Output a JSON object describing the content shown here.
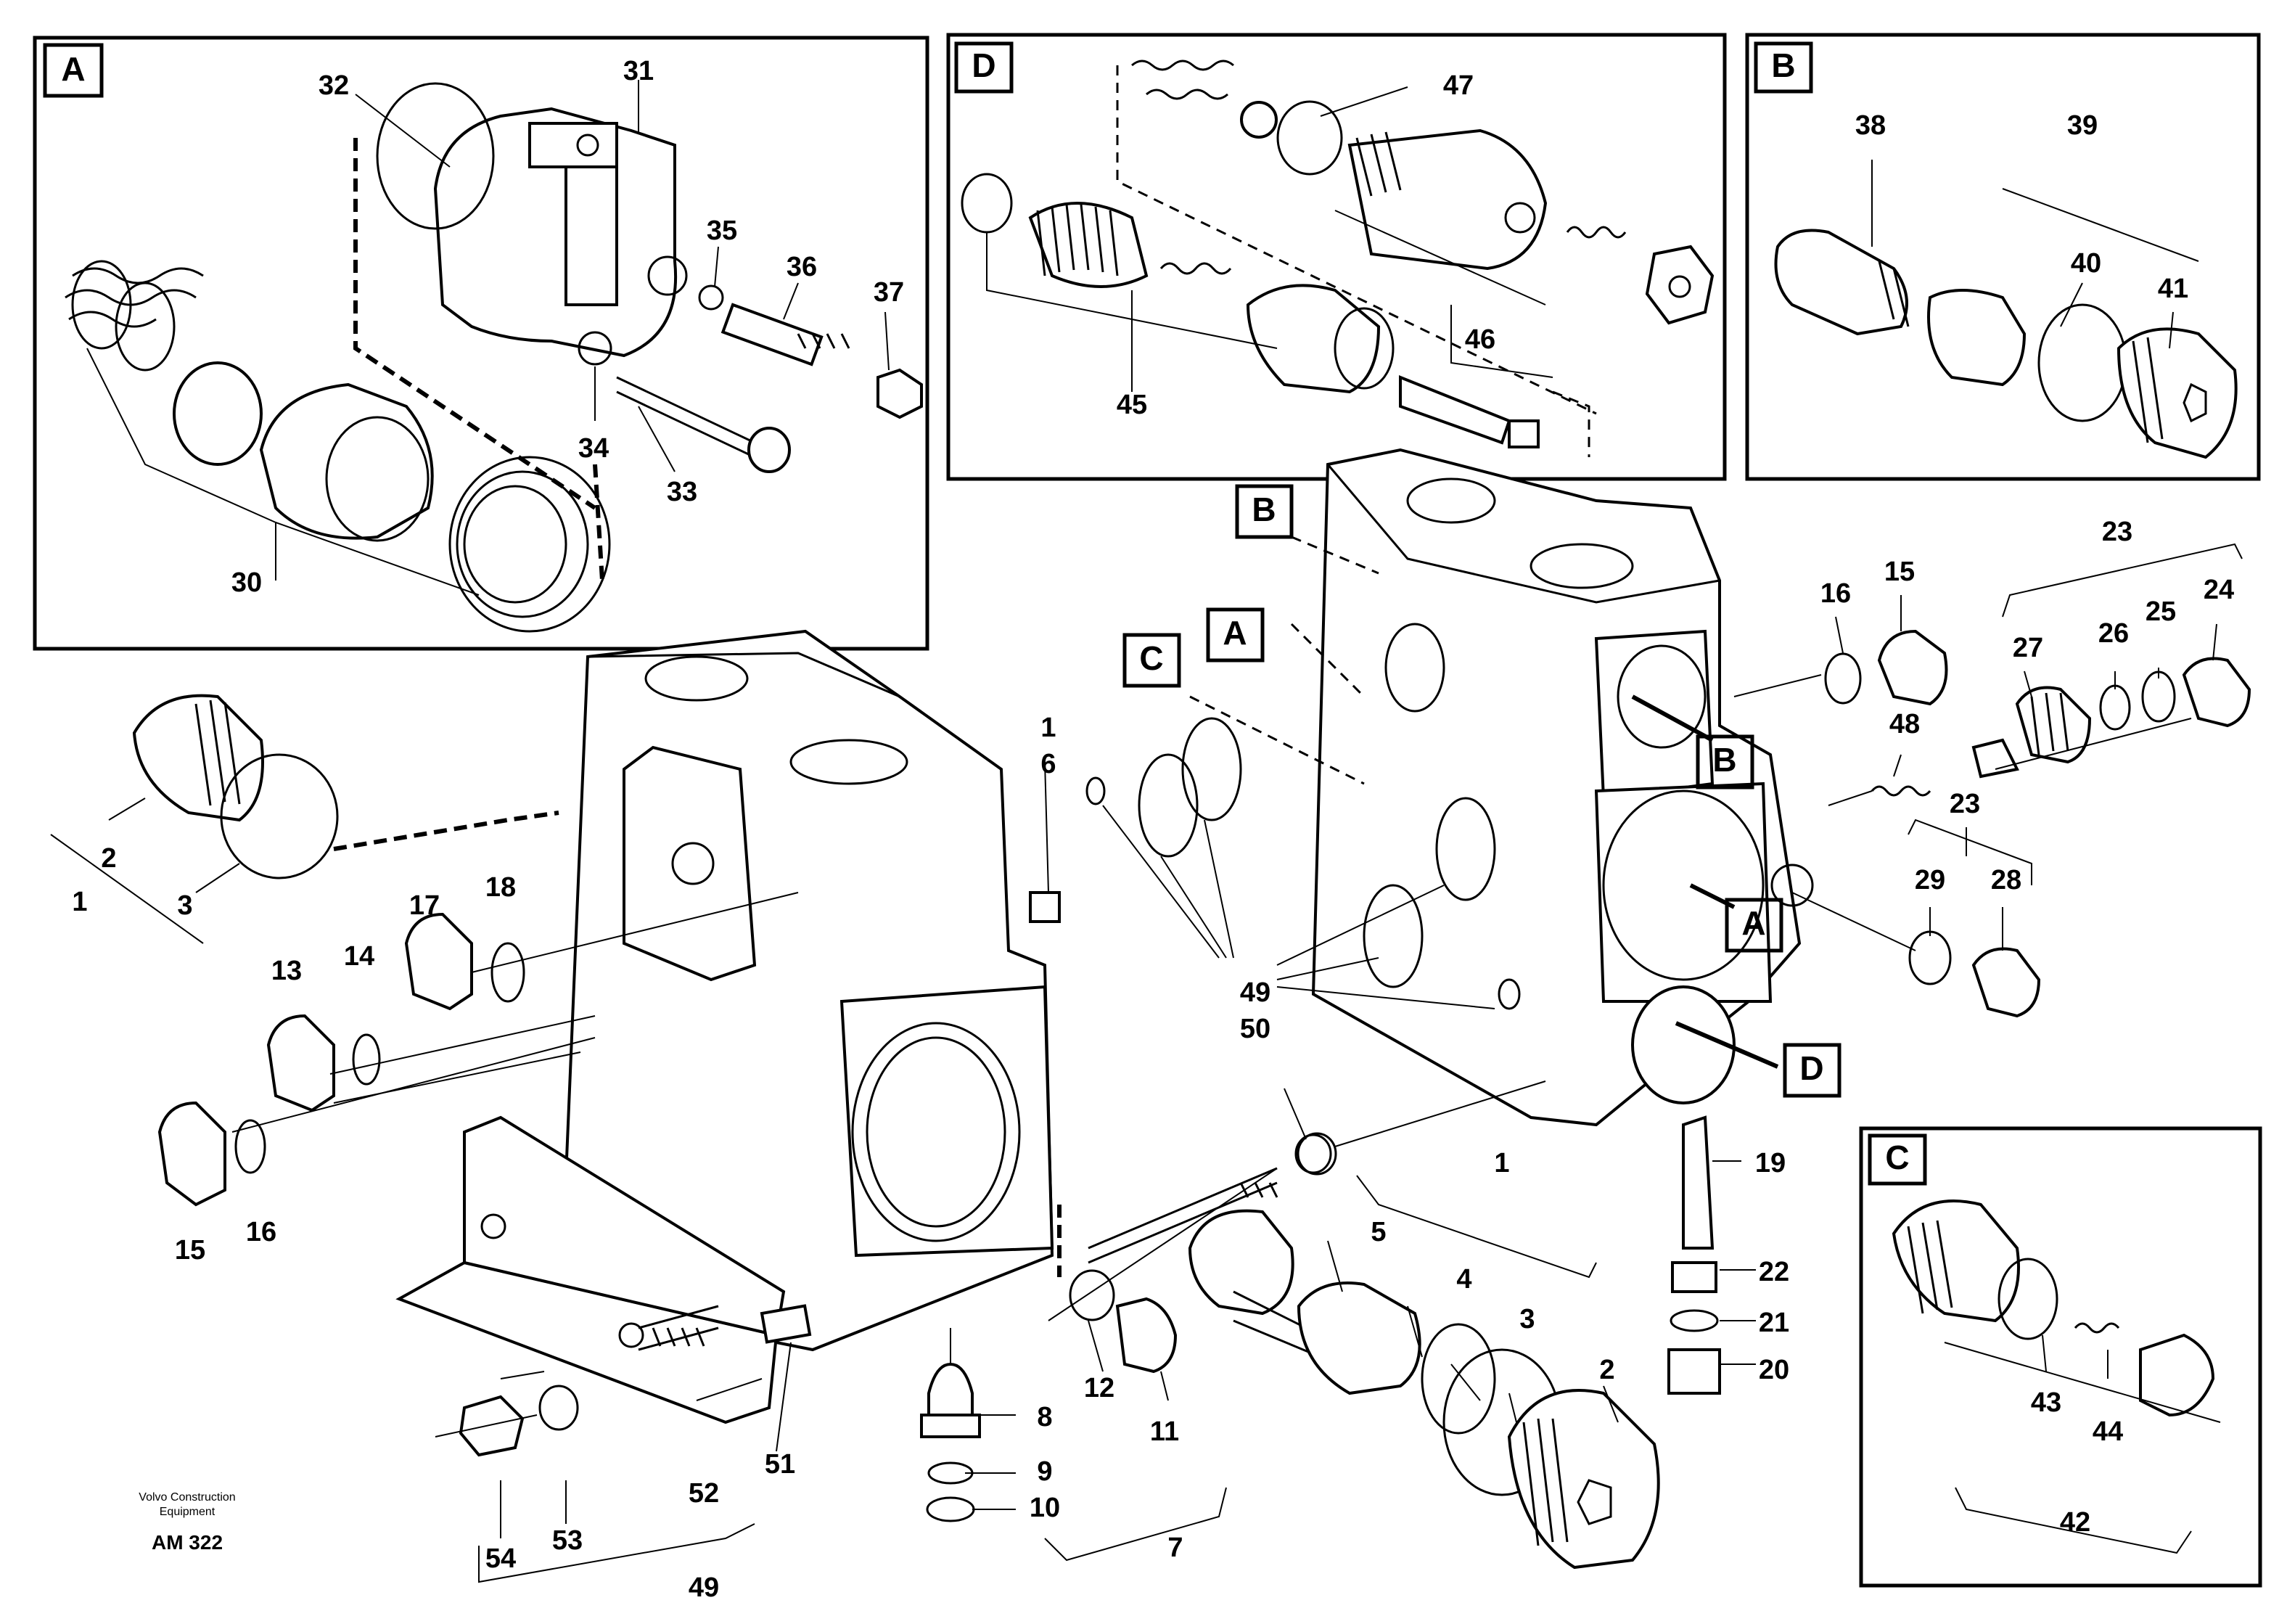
{
  "diagram": {
    "detail_boxes": [
      {
        "id": "box-a",
        "letter": "A"
      },
      {
        "id": "box-d",
        "letter": "D"
      },
      {
        "id": "box-b",
        "letter": "B"
      },
      {
        "id": "box-c",
        "letter": "C"
      }
    ],
    "callout_tags": [
      {
        "id": "tag-b-top",
        "letter": "B"
      },
      {
        "id": "tag-a-top",
        "letter": "A"
      },
      {
        "id": "tag-c-top",
        "letter": "C"
      },
      {
        "id": "tag-b-port",
        "letter": "B"
      },
      {
        "id": "tag-a-port",
        "letter": "A"
      },
      {
        "id": "tag-d-port",
        "letter": "D"
      }
    ],
    "part_labels": {
      "box_a": [
        "32",
        "31",
        "35",
        "36",
        "37",
        "34",
        "33",
        "30"
      ],
      "box_d": [
        "47",
        "46",
        "45"
      ],
      "box_b": [
        "38",
        "39",
        "40",
        "41"
      ],
      "box_c": [
        "43",
        "44",
        "42"
      ],
      "main_left": [
        "2",
        "3",
        "1",
        "13",
        "14",
        "17",
        "18",
        "15",
        "16",
        "1",
        "6",
        "52",
        "54",
        "53",
        "49",
        "51",
        "8",
        "9",
        "10",
        "12",
        "11",
        "7"
      ],
      "main_right": [
        "16",
        "15",
        "23",
        "27",
        "26",
        "25",
        "24",
        "48",
        "23",
        "29",
        "28",
        "49",
        "50",
        "19",
        "22",
        "21",
        "20",
        "1",
        "5",
        "4",
        "3",
        "2"
      ]
    },
    "footer": {
      "manufacturer_line1": "Volvo Construction",
      "manufacturer_line2": "Equipment",
      "drawing_code": "AM 322"
    }
  }
}
